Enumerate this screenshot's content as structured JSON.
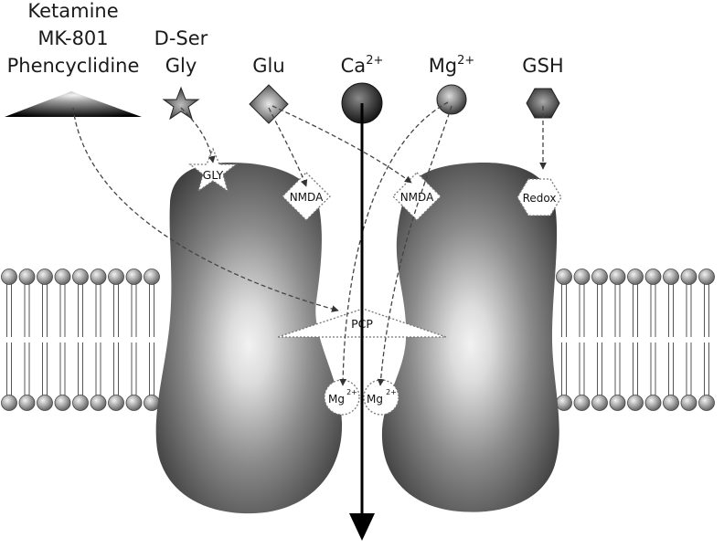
{
  "ligands": {
    "ketamine_line1": "Ketamine",
    "ketamine_line2": "MK-801",
    "ketamine_line3": "Phencyclidine",
    "dser_line1": "D-Ser",
    "dser_line2": "Gly",
    "glu": "Glu",
    "ca": "Ca",
    "ca_charge": "2+",
    "mg": "Mg",
    "mg_charge": "2+",
    "gsh": "GSH"
  },
  "sites": {
    "gly": "GLY",
    "nmda_left": "NMDA",
    "nmda_right": "NMDA",
    "redox": "Redox",
    "pcp": "PCP",
    "mg_site_1": "Mg",
    "mg_site_1_charge": "2+",
    "mg_site_2": "Mg",
    "mg_site_2_charge": "2+"
  }
}
